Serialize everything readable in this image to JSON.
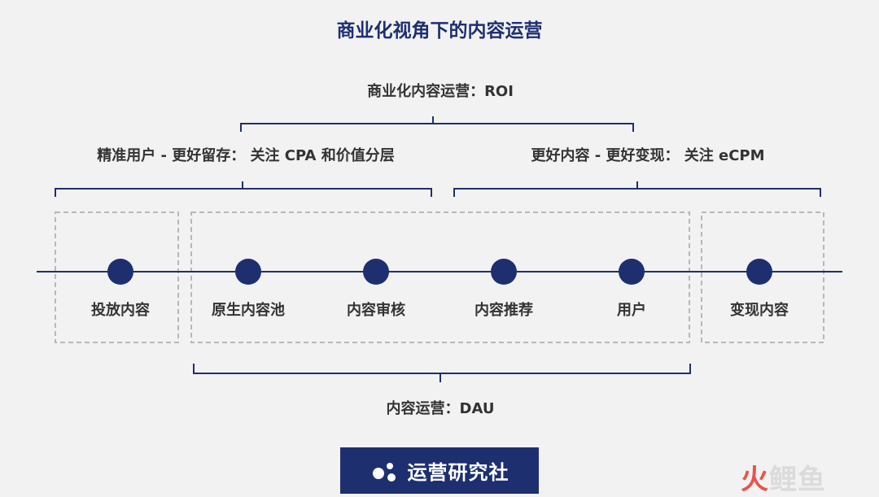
{
  "title": "商业化视角下的内容运营",
  "top_label": "商业化内容运营：ROI",
  "left_label": "精准用户 - 更好留存： 关注 CPA 和价值分层",
  "right_label": "更好内容 - 更好变现： 关注 eCPM",
  "bottom_label": "内容运营：DAU",
  "nodes": [
    "投放内容",
    "原生内容池",
    "内容审核",
    "内容推荐",
    "用户",
    "变现内容"
  ],
  "brand_text": "运营研究社",
  "watermark": [
    "火",
    "鲤",
    "鱼"
  ],
  "colors": {
    "navy": "#1e2f70",
    "dash": "#b8b8b8",
    "background": "#f2f2f2"
  }
}
